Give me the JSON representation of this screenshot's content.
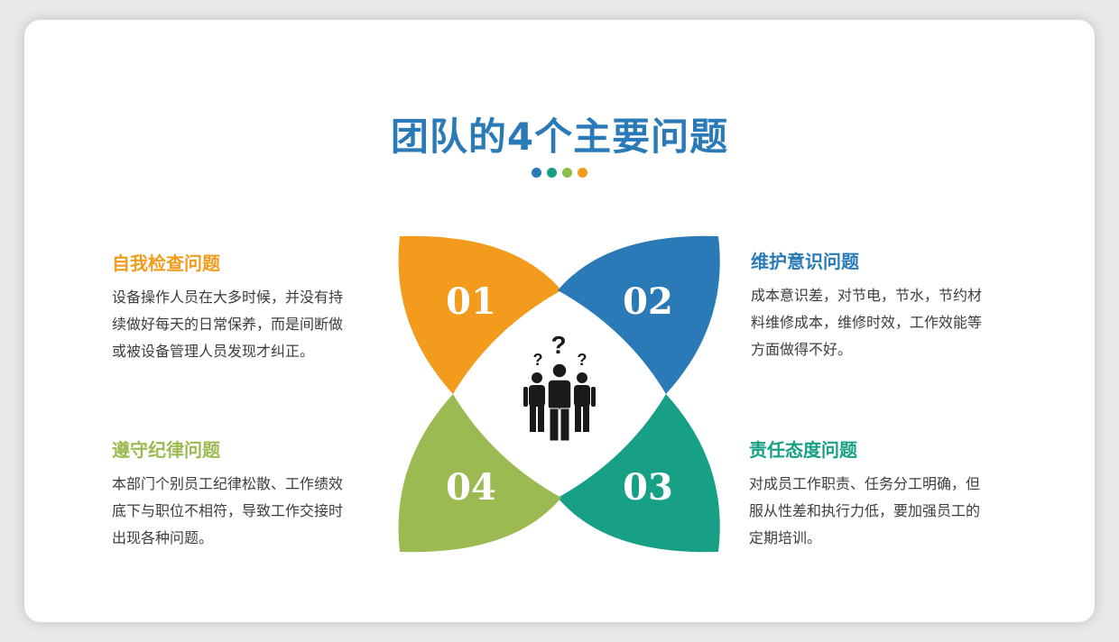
{
  "title": "团队的4个主要问题",
  "dot_colors": [
    "#2a7ab8",
    "#17a085",
    "#8bbe4a",
    "#f29b1c"
  ],
  "items": [
    {
      "number": "01",
      "color": "#f29b1c",
      "title": "自我检查问题",
      "lines": [
        "设备操作人员在大多时候，并没有持",
        "续做好每天的日常保养，而是间断做",
        "或被设备管理人员发现才纠正。"
      ]
    },
    {
      "number": "02",
      "color": "#2a7ab8",
      "title": "维护意识问题",
      "lines": [
        "成本意识差，对节电，节水，节约材",
        "料维修成本，维修时效，工作效能等",
        "方面做得不好。"
      ]
    },
    {
      "number": "03",
      "color": "#17a085",
      "title": "责任态度问题",
      "lines": [
        "对成员工作职责、任务分工明确，但",
        "服从性差和执行力低，要加强员工的",
        "定期培训。"
      ]
    },
    {
      "number": "04",
      "color": "#9bbb52",
      "title": "遵守纪律问题",
      "lines": [
        "本部门个别员工纪律松散、工作绩效",
        "底下与职位不相符，导致工作交接时",
        "出现各种问题。"
      ]
    }
  ],
  "center_icon": "team-question-icon"
}
